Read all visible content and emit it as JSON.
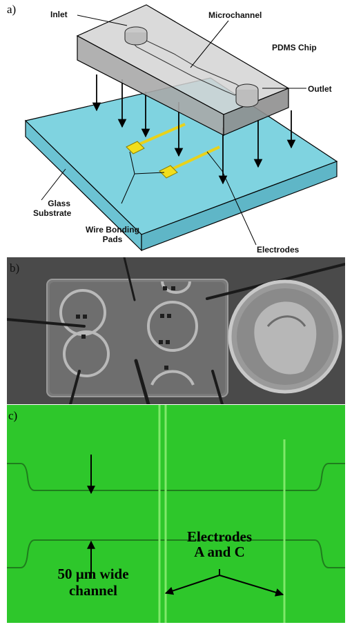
{
  "panels": {
    "a": {
      "label": "a)"
    },
    "b": {
      "label": "b)"
    },
    "c": {
      "label": "c)"
    }
  },
  "schematic": {
    "inlet": "Inlet",
    "microchannel": "Microchannel",
    "pdms_chip": "PDMS Chip",
    "outlet": "Outlet",
    "glass_line1": "Glass",
    "glass_line2": "Substrate",
    "wire_line1": "Wire Bonding",
    "wire_line2": "Pads",
    "electrodes": "Electrodes"
  },
  "micrograph": {
    "electrodes_line1": "Electrodes",
    "electrodes_line2": "A and C",
    "channel_line1": "50 µm wide",
    "channel_line2": "channel"
  },
  "colors": {
    "substrate": "#7fd3e0",
    "pads": "#f2de1c",
    "micrograph_green": "#2ec72b",
    "photo_gray": "#4d4d4d"
  }
}
